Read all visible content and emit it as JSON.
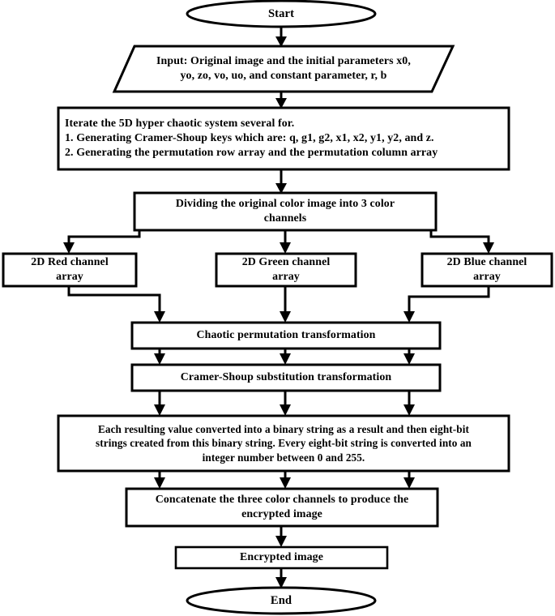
{
  "diagram": {
    "title": "Image encryption flowchart",
    "colors": {
      "background": "#ffffff",
      "stroke": "#000000",
      "fill": "#ffffff"
    },
    "nodes": {
      "start": {
        "shape": "ellipse",
        "label": "Start"
      },
      "input": {
        "shape": "parallelogram",
        "label": "Input: Original image and the initial parameters x0,\nyo, zo, vo, uo, and constant parameter, r, b"
      },
      "iterate": {
        "shape": "rectangle",
        "label": "Iterate the 5D hyper chaotic system several for.\n1. Generating Cramer-Shoup keys which are: q, g1, g2, x1, x2, y1, y2, and z.\n2. Generating the permutation row array and the permutation column array"
      },
      "divide": {
        "shape": "rectangle",
        "label": "Dividing the original color image into 3 color\nchannels"
      },
      "red_channel": {
        "shape": "rectangle",
        "label": "2D Red channel\narray"
      },
      "green_channel": {
        "shape": "rectangle",
        "label": "2D Green channel\narray"
      },
      "blue_channel": {
        "shape": "rectangle",
        "label": "2D Blue channel\narray"
      },
      "permutation": {
        "shape": "rectangle",
        "label": "Chaotic permutation transformation"
      },
      "substitution": {
        "shape": "rectangle",
        "label": "Cramer-Shoup substitution transformation"
      },
      "binary_convert": {
        "shape": "rectangle",
        "label": "Each resulting value converted into a binary string as a result and then eight-bit\nstrings created from this binary string. Every eight-bit string is converted into an\ninteger number between 0 and 255."
      },
      "concatenate": {
        "shape": "rectangle",
        "label": "Concatenate the three color channels to produce the\nencrypted image"
      },
      "encrypted_image": {
        "shape": "rectangle",
        "label": "Encrypted image"
      },
      "end": {
        "shape": "ellipse",
        "label": "End"
      }
    }
  }
}
